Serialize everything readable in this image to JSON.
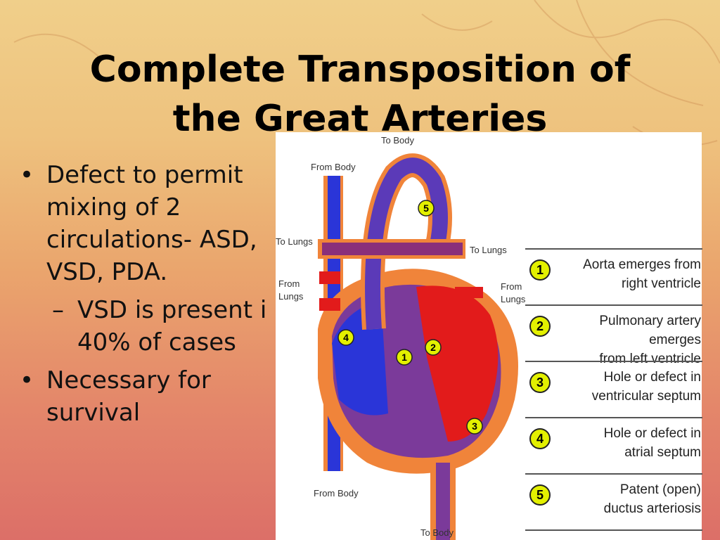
{
  "slide": {
    "title_line1": "Complete Transposition of",
    "title_line2": "the Great Arteries",
    "bullets": [
      {
        "text_lines": [
          "Defect to permit",
          "mixing of 2",
          "circulations- ASD,",
          "VSD, PDA."
        ]
      },
      {
        "text_lines": [
          "VSD is present i",
          "40% of cases"
        ],
        "level": 2
      },
      {
        "text_lines": [
          "Necessary for",
          "survival"
        ]
      }
    ]
  },
  "diagram": {
    "labels": {
      "to_body_top": "To Body",
      "from_body_top": "From Body",
      "to_lungs_left": "To Lungs",
      "to_lungs_right": "To Lungs",
      "from_lungs_left_1": "From",
      "from_lungs_left_2": "Lungs",
      "from_lungs_right_1": "From",
      "from_lungs_right_2": "Lungs",
      "from_body_bottom": "From Body",
      "to_body_bottom": "To Body"
    },
    "markers": [
      "1",
      "2",
      "3",
      "4",
      "5"
    ],
    "legend": [
      {
        "number": "1",
        "line1": "Aorta emerges from",
        "line2": "right ventricle"
      },
      {
        "number": "2",
        "line1": "Pulmonary artery emerges",
        "line2": "from left ventricle"
      },
      {
        "number": "3",
        "line1": "Hole or defect in",
        "line2": "ventricular septum"
      },
      {
        "number": "4",
        "line1": "Hole or defect in",
        "line2": "atrial septum"
      },
      {
        "number": "5",
        "line1": "Patent (open)",
        "line2": "ductus arteriosis"
      }
    ],
    "colors": {
      "deoxygenated": "#2a35d8",
      "oxygenated": "#e21b1b",
      "mixed": "#7b3a9a",
      "outline": "#f0843a",
      "marker": "#e3f000"
    }
  }
}
